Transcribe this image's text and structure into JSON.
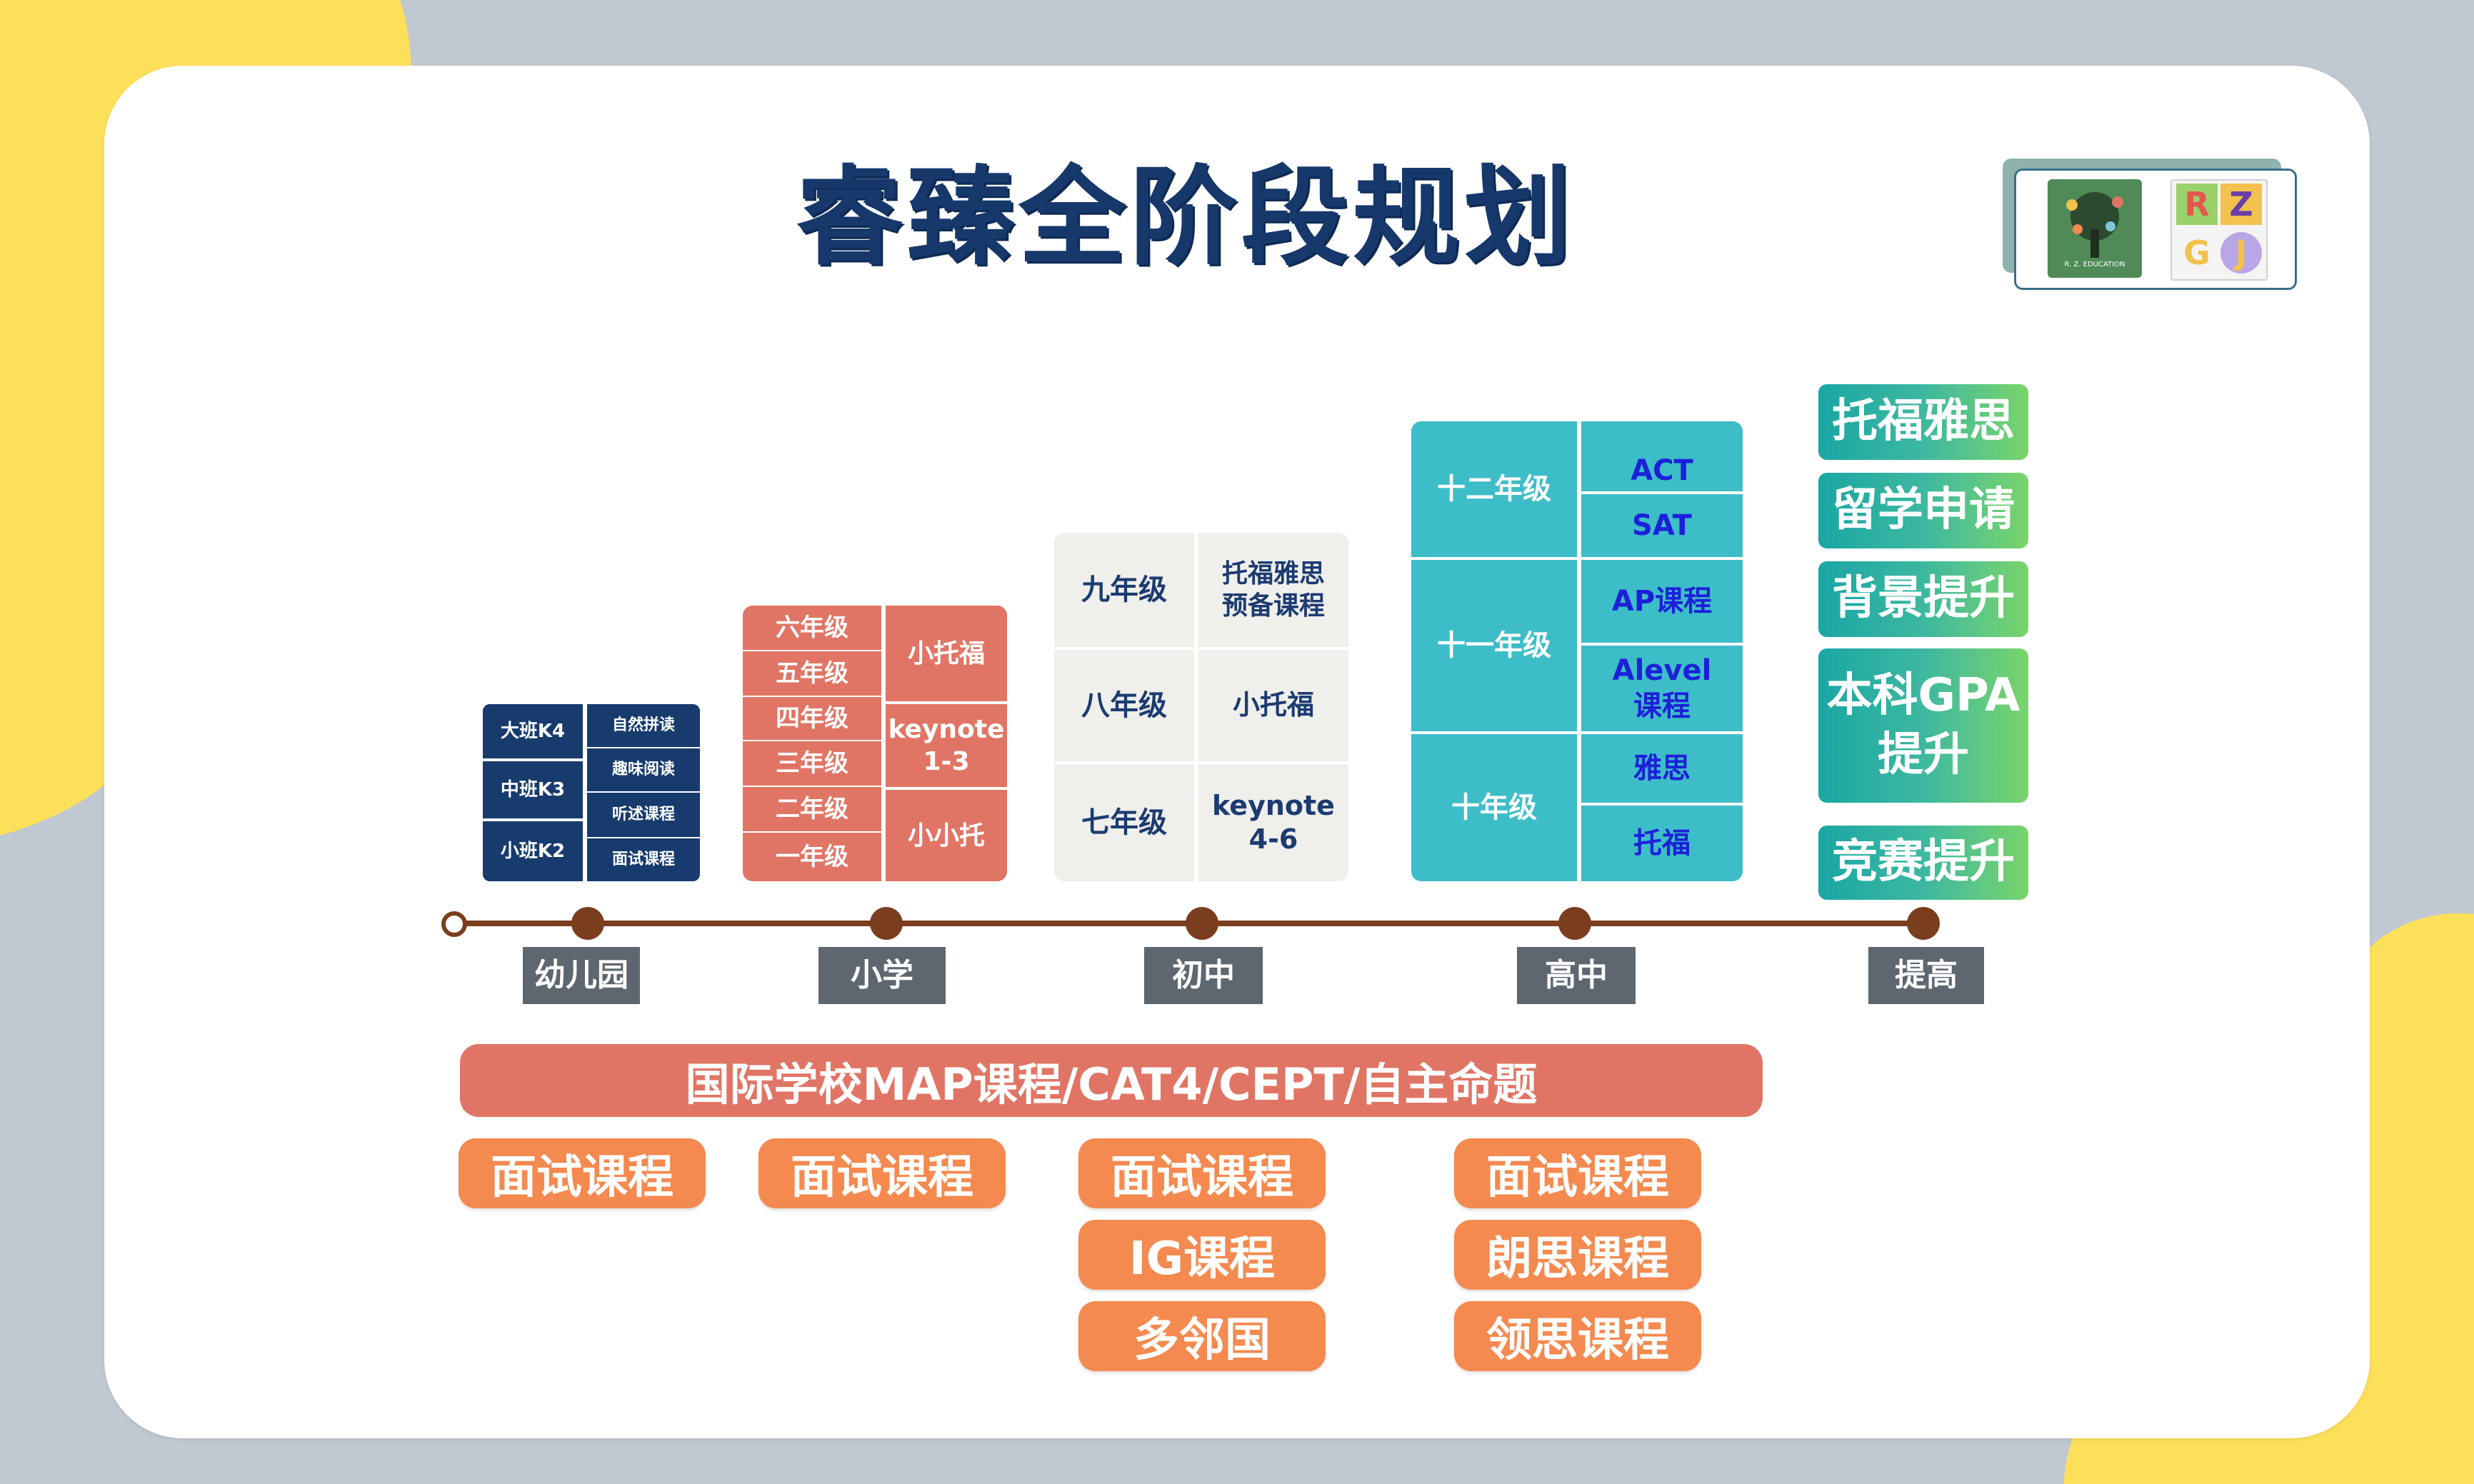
{
  "title": "睿臻全阶段规划",
  "logo": {
    "tree_caption": "R. Z. EDUCATION",
    "letters": [
      "R",
      "Z",
      "G",
      "J"
    ]
  },
  "kindergarten": {
    "grades": [
      "大班K4",
      "中班K3",
      "小班K2"
    ],
    "courses": [
      "自然拼读",
      "趣味阅读",
      "听述课程",
      "面试课程"
    ]
  },
  "primary": {
    "grades": [
      "六年级",
      "五年级",
      "四年级",
      "三年级",
      "二年级",
      "一年级"
    ],
    "courses": [
      "小托福",
      "keynote\n1-3",
      "小小托"
    ]
  },
  "middle": {
    "grades": [
      "九年级",
      "八年级",
      "七年级"
    ],
    "courses": [
      "托福雅思\n预备课程",
      "小托福",
      "keynote\n4-6"
    ]
  },
  "high": {
    "grades": [
      "十二年级",
      "十一年级",
      "十年级"
    ],
    "courses": [
      "ACT",
      "SAT",
      "AP课程",
      "Alevel\n课程",
      "雅思",
      "托福"
    ]
  },
  "advance": [
    "托福雅思",
    "留学申请",
    "背景提升",
    "本科GPA\n提升",
    "竞赛提升"
  ],
  "stages": [
    "幼儿园",
    "小学",
    "初中",
    "高中",
    "提高"
  ],
  "banner": "国际学校MAP课程/CAT4/CEPT/自主命题",
  "bottom": {
    "col1": [
      "面试课程"
    ],
    "col2": [
      "面试课程"
    ],
    "col3": [
      "面试课程",
      "IG课程",
      "多邻国"
    ],
    "col4": [
      "面试课程",
      "朗思课程",
      "领思课程"
    ]
  },
  "colors": {
    "navy": "#173b6d",
    "salmon": "#e07565",
    "teal": "#3dbdc8",
    "orange": "#f48a4f",
    "timeline": "#7a3e1f",
    "stage_label": "#5e6670",
    "yellow": "#fde05a"
  }
}
